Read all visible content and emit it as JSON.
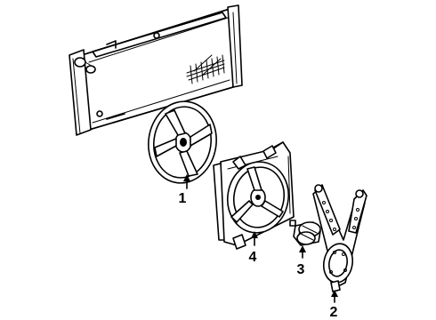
{
  "diagram": {
    "callouts": [
      {
        "id": "1",
        "label": "1",
        "part": "fan-blade"
      },
      {
        "id": "2",
        "label": "2",
        "part": "mounting-bracket"
      },
      {
        "id": "3",
        "label": "3",
        "part": "fan-motor"
      },
      {
        "id": "4",
        "label": "4",
        "part": "fan-shroud"
      }
    ],
    "colors": {
      "line": "#000000",
      "background": "#ffffff"
    }
  }
}
